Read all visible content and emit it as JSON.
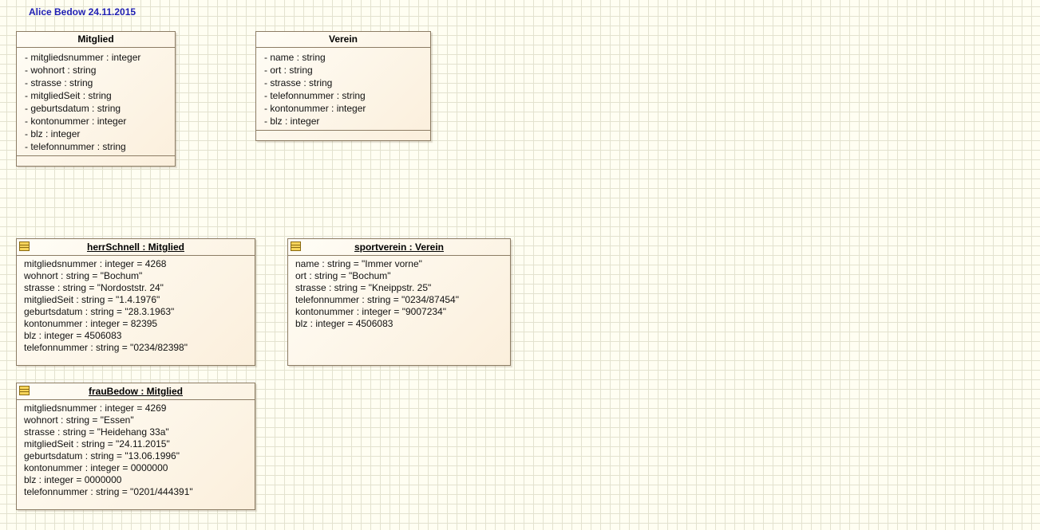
{
  "title": "Alice Bedow 24.11.2015",
  "classes": {
    "mitglied": {
      "name": "Mitglied",
      "attributes": [
        "- mitgliedsnummer : integer",
        "- wohnort : string",
        "- strasse : string",
        "- mitgliedSeit : string",
        "- geburtsdatum : string",
        "- kontonummer : integer",
        "- blz : integer",
        "- telefonnummer : string"
      ]
    },
    "verein": {
      "name": "Verein",
      "attributes": [
        "- name : string",
        "- ort : string",
        "- strasse : string",
        "- telefonnummer : string",
        "- kontonummer : integer",
        "- blz : integer"
      ]
    }
  },
  "objects": {
    "herrSchnell": {
      "name": "herrSchnell : Mitglied",
      "icon": "object-instance-icon",
      "slots": [
        "mitgliedsnummer : integer = 4268",
        "wohnort : string = \"Bochum\"",
        "strasse : string = \"Nordoststr. 24\"",
        "mitgliedSeit : string = \"1.4.1976\"",
        "geburtsdatum : string = \"28.3.1963\"",
        "kontonummer : integer = 82395",
        "blz : integer = 4506083",
        "telefonnummer : string = \"0234/82398\""
      ]
    },
    "sportverein": {
      "name": "sportverein : Verein",
      "icon": "object-instance-icon",
      "slots": [
        "name : string = \"Immer vorne\"",
        "ort : string = \"Bochum\"",
        "strasse : string = \"Kneippstr. 25\"",
        "telefonnummer : string = \"0234/87454\"",
        "kontonummer : integer = \"9007234\"",
        "blz : integer = 4506083"
      ]
    },
    "frauBedow": {
      "name": "frauBedow : Mitglied",
      "icon": "object-instance-icon",
      "slots": [
        "mitgliedsnummer : integer = 4269",
        "wohnort : string = \"Essen\"",
        "strasse : string = \"Heidehang 33a\"",
        "mitgliedSeit : string = \"24.11.2015\"",
        "geburtsdatum : string = \"13.06.1996\"",
        "kontonummer : integer = 0000000",
        "blz : integer = 0000000",
        "telefonnummer : string = \"0201/444391\""
      ]
    }
  },
  "colors": {
    "title": "#1f1fb4",
    "border": "#8c7c64",
    "fill_light": "#fffdf6",
    "fill_dark": "#fbefdc",
    "grid": "#e3e2cf",
    "background": "#fffef2",
    "icon": "#f6d45a"
  }
}
